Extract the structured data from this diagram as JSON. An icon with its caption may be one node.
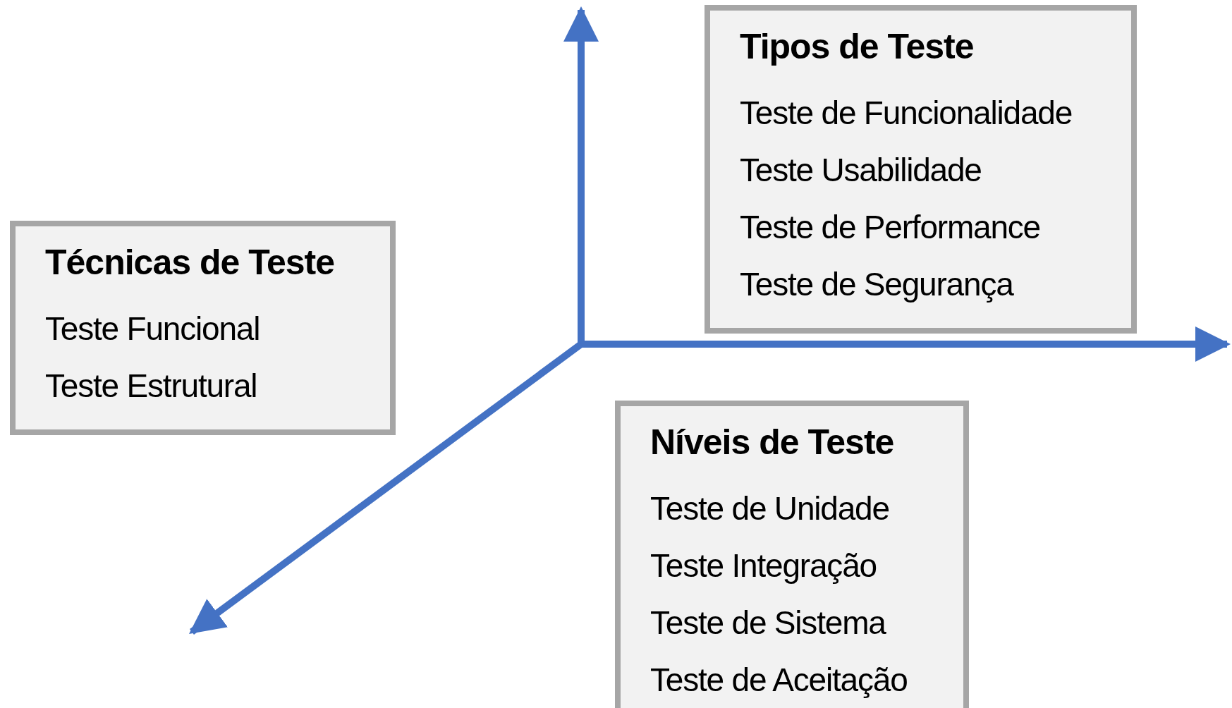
{
  "diagram": {
    "nodes": [
      {
        "text": [
          "Tipos de Teste",
          "Teste de Funcionalidade",
          "Teste Usabilidade",
          "Teste de Performance",
          "Teste de Segurança"
        ]
      },
      {
        "text": [
          "Técnicas de Teste",
          "Teste Funcional",
          "Teste Estrutural"
        ]
      },
      {
        "text": [
          "Níveis de Teste",
          "Teste de Unidade",
          "Teste Integração",
          "Teste de Sistema",
          "Teste de Aceitação"
        ]
      }
    ]
  }
}
